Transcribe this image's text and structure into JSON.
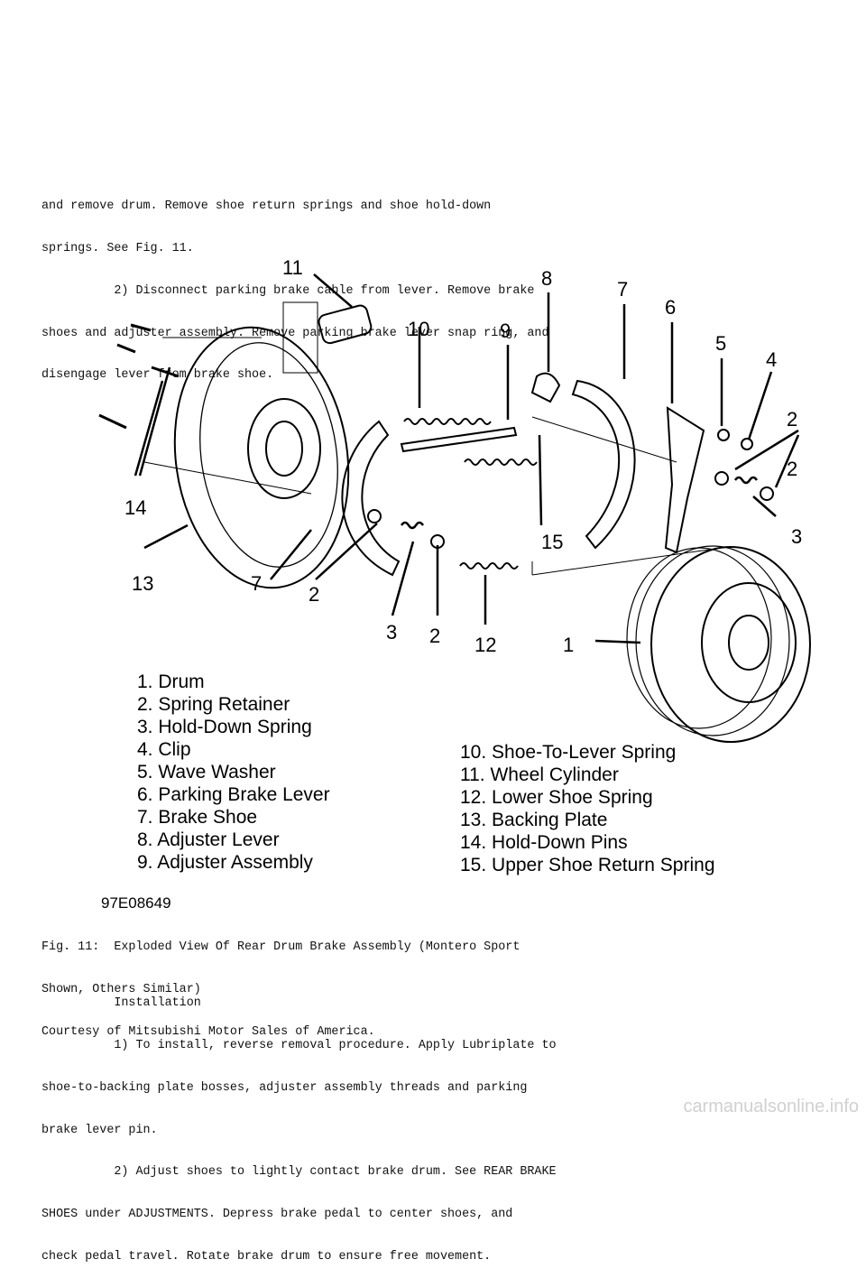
{
  "intro_lines": [
    "and remove drum. Remove shoe return springs and shoe hold-down",
    "springs. See Fig. 11.",
    "          2) Disconnect parking brake cable from lever. Remove brake",
    "shoes and adjuster assembly. Remove parking brake lever snap ring, and",
    "disengage lever from brake shoe."
  ],
  "figure": {
    "callouts": [
      "11",
      "10",
      "9",
      "8",
      "7",
      "6",
      "5",
      "4",
      "2",
      "14",
      "13",
      "7",
      "2",
      "3",
      "2",
      "12",
      "1",
      "15",
      "2",
      "3"
    ],
    "legend_left": [
      "1. Drum",
      "2. Spring Retainer",
      "3. Hold-Down Spring",
      "4. Clip",
      "5. Wave Washer",
      "6. Parking Brake Lever",
      "7. Brake Shoe",
      "8. Adjuster Lever",
      "9. Adjuster Assembly"
    ],
    "legend_right": [
      "10. Shoe-To-Lever Spring",
      "11. Wheel Cylinder",
      "12. Lower Shoe Spring",
      "13. Backing Plate",
      "14. Hold-Down Pins",
      "15. Upper Shoe Return Spring"
    ],
    "figure_id": "97E08649"
  },
  "caption_lines": [
    "Fig. 11:  Exploded View Of Rear Drum Brake Assembly (Montero Sport",
    "Shown, Others Similar)",
    "Courtesy of Mitsubishi Motor Sales of America."
  ],
  "install_lines": [
    "          Installation",
    "          1) To install, reverse removal procedure. Apply Lubriplate to",
    "shoe-to-backing plate bosses, adjuster assembly threads and parking",
    "brake lever pin.",
    "          2) Adjust shoes to lightly contact brake drum. See REAR BRAKE",
    "SHOES under ADJUSTMENTS. Depress brake pedal to center shoes, and",
    "check pedal travel. Rotate brake drum to ensure free movement."
  ],
  "watermark": "carmanualsonline.info"
}
